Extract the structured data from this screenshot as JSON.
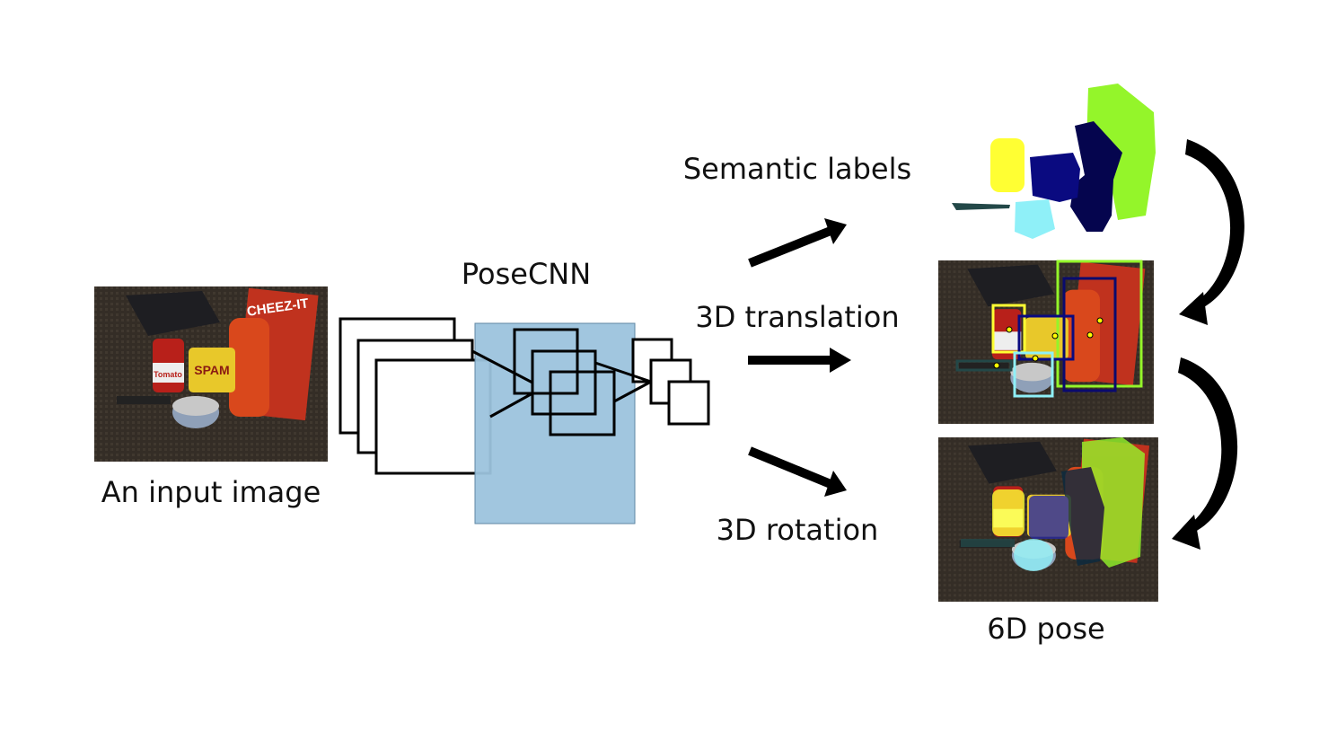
{
  "labels": {
    "input_image": "An input image",
    "network": "PoseCNN",
    "semantic": "Semantic labels",
    "translation": "3D translation",
    "rotation": "3D rotation",
    "pose": "6D pose"
  },
  "photo_text": {
    "box_brand": "CHEEZ-IT",
    "can_brand": "SPAM",
    "soup_label": "Tomato"
  },
  "colors": {
    "network_block": "#9cc3dd",
    "mask_yellow": "#ffff33",
    "mask_blue": "#0a0a80",
    "mask_navy": "#05054e",
    "mask_green": "#94f52a",
    "mask_cyan": "#8ff0f8",
    "mask_dark_teal": "#234848"
  }
}
